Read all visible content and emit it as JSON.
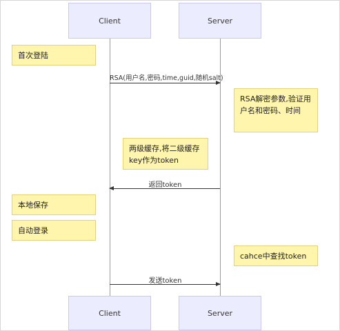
{
  "actors": {
    "client": "Client",
    "server": "Server"
  },
  "notes": {
    "first_login": "首次登陆",
    "server_decrypt": "RSA解密参数,验证用户名和密码、时间",
    "cache": "两级缓存,将二级缓存key作为token",
    "local_save": "本地保存",
    "auto_login": "自动登录",
    "cache_lookup": "cahce中查找token"
  },
  "messages": {
    "rsa_request": "RSA(用户名,密码,time,guid,随机salt)",
    "return_token": "返回token",
    "send_token": "发送token"
  }
}
